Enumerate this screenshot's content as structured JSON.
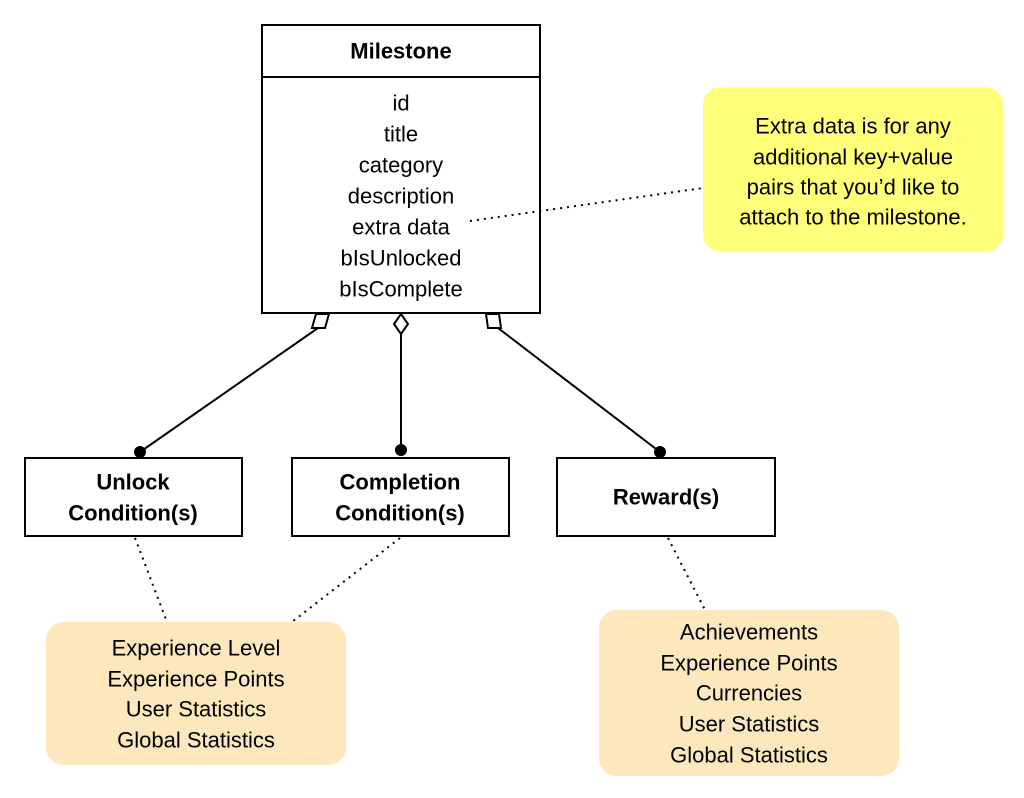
{
  "milestone": {
    "title": "Milestone",
    "attributes": [
      "id",
      "title",
      "category",
      "description",
      "extra data",
      "bIsUnlocked",
      "bIsComplete"
    ]
  },
  "note": {
    "lines": [
      "Extra data is for any",
      "additional key+value",
      "pairs that you’d like to",
      "attach to the milestone."
    ],
    "color": "#FFFF7A"
  },
  "unlock": {
    "lines": [
      "Unlock",
      "Condition(s)"
    ]
  },
  "completion": {
    "lines": [
      "Completion",
      "Condition(s)"
    ]
  },
  "reward": {
    "lines": [
      "Reward(s)"
    ]
  },
  "conditions_list": {
    "lines": [
      "Experience Level",
      "Experience Points",
      "User Statistics",
      "Global Statistics"
    ],
    "color": "#FCE8BC"
  },
  "rewards_list": {
    "lines": [
      "Achievements",
      "Experience Points",
      "Currencies",
      "User Statistics",
      "Global Statistics"
    ],
    "color": "#FCE8BC"
  }
}
